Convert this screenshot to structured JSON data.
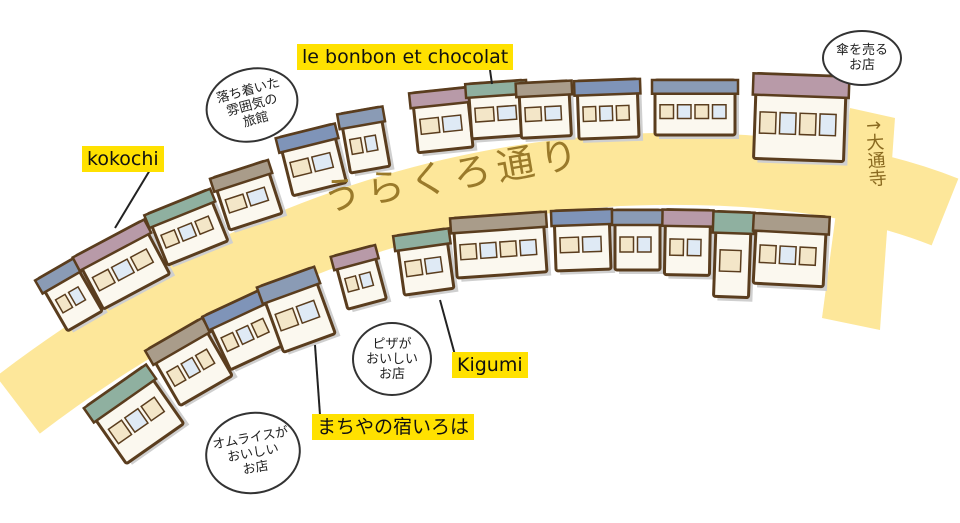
{
  "road": {
    "name": "うらくろ通り",
    "branch_name": "↑大通寺"
  },
  "labels": {
    "kokochi": "kokochi",
    "bonbon": "le bonbon et chocolat",
    "kigumi": "Kigumi",
    "machiya": "まちやの宿いろは"
  },
  "bubbles": {
    "ryokan": [
      "落ち着いた",
      "雰囲気の",
      "旅館"
    ],
    "umbrella": [
      "傘を売る",
      "お店"
    ],
    "pizza": [
      "ピザが",
      "おいしい",
      "お店"
    ],
    "omurice": [
      "オムライスが",
      "おいしい",
      "お店"
    ]
  },
  "colors": {
    "road": "#fde79a",
    "road_text": "#9a7a2a",
    "label_bg": "#ffe100",
    "outline": "#5a3d1e"
  }
}
